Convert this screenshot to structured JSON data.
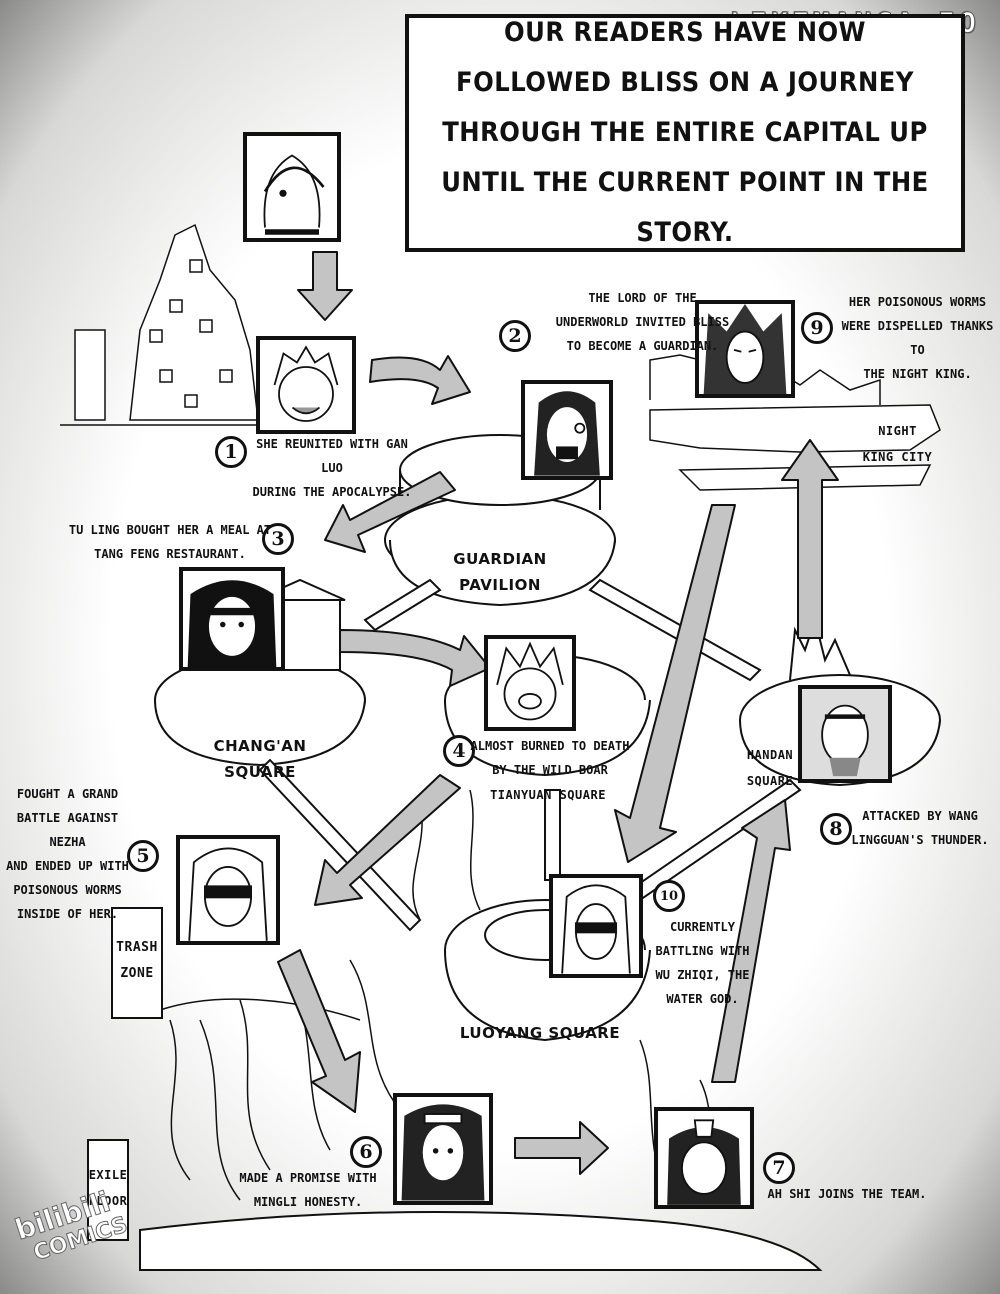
{
  "watermark": "LIKEMANGA.IO",
  "intro": "OUR READERS HAVE NOW FOLLOWED BLISS ON A JOURNEY THROUGH THE ENTIRE CAPITAL UP UNTIL THE CURRENT POINT IN THE STORY.",
  "steps": [
    {
      "number": "1",
      "caption_line1": "SHE REUNITED WITH GAN LUO",
      "caption_line2": "DURING THE APOCALYPSE."
    },
    {
      "number": "2",
      "caption_line1": "THE LORD OF THE",
      "caption_line2": "UNDERWORLD INVITED BLISS",
      "caption_line3": "TO BECOME A GUARDIAN."
    },
    {
      "number": "3",
      "caption_line1": "TU LING BOUGHT HER A MEAL AT",
      "caption_line2": "TANG FENG RESTAURANT."
    },
    {
      "number": "4",
      "caption_line1": "ALMOST BURNED TO DEATH",
      "caption_line2": "BY THE WILD BOAR"
    },
    {
      "number": "5",
      "caption_line1": "FOUGHT A GRAND",
      "caption_line2": "BATTLE AGAINST NEZHA",
      "caption_line3": "AND ENDED UP WITH",
      "caption_line4": "POISONOUS WORMS",
      "caption_line5": "INSIDE OF HER."
    },
    {
      "number": "6",
      "caption_line1": "MADE A PROMISE WITH",
      "caption_line2": "MINGLI HONESTY."
    },
    {
      "number": "7",
      "caption_line1": "AH SHI JOINS THE TEAM."
    },
    {
      "number": "8",
      "caption_line1": "ATTACKED BY WANG",
      "caption_line2": "LINGGUAN'S THUNDER."
    },
    {
      "number": "9",
      "caption_line1": "HER POISONOUS WORMS",
      "caption_line2": "WERE DISPELLED THANKS TO",
      "caption_line3": "THE NIGHT KING."
    },
    {
      "number": "10",
      "caption_line1": "CURRENTLY",
      "caption_line2": "BATTLING WITH",
      "caption_line3": "WU ZHIQI, THE",
      "caption_line4": "WATER GOD."
    }
  ],
  "places": {
    "guardian_pavilion": "GUARDIAN PAVILION",
    "changan_square": "CHANG'AN SQUARE",
    "tianyuan_square": "TIANYUAN SQUARE",
    "handan_line1": "HANDAN",
    "handan_line2": "SQUARE",
    "luoyang_square": "LUOYANG SQUARE",
    "night_line1": "NIGHT",
    "night_line2": "KING CITY",
    "trash_line1": "TRASH",
    "trash_line2": "ZONE",
    "exile_line1": "EXILE",
    "exile_line2": "FLOOR"
  },
  "logo": {
    "line1": "bilibili",
    "line2": "COMICS"
  }
}
